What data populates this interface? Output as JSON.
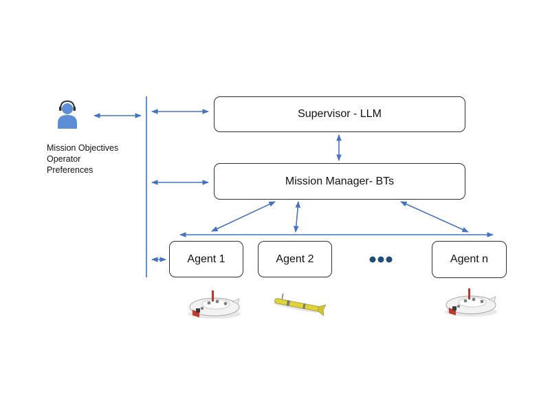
{
  "operator": {
    "icon": "operator-headset-icon",
    "notes": [
      "Mission Objectives",
      "Operator",
      "Preferences"
    ]
  },
  "supervisor": {
    "label": "Supervisor - LLM"
  },
  "mission_manager": {
    "label": "Mission Manager- BTs"
  },
  "agents": [
    {
      "label": "Agent 1",
      "vehicle_icon": "round-underwater-drone-icon"
    },
    {
      "label": "Agent 2",
      "vehicle_icon": "torpedo-auv-icon"
    },
    {
      "label": "Agent n",
      "vehicle_icon": "round-underwater-drone-icon"
    }
  ],
  "ellipsis_icon": "three-dots-icon",
  "colors": {
    "arrow": "#4472c4",
    "operator_icon": "#5b8ed6",
    "ellipsis": "#1f4e79",
    "box_border": "#2e2e2e",
    "torpedo_body": "#e0d33a"
  }
}
